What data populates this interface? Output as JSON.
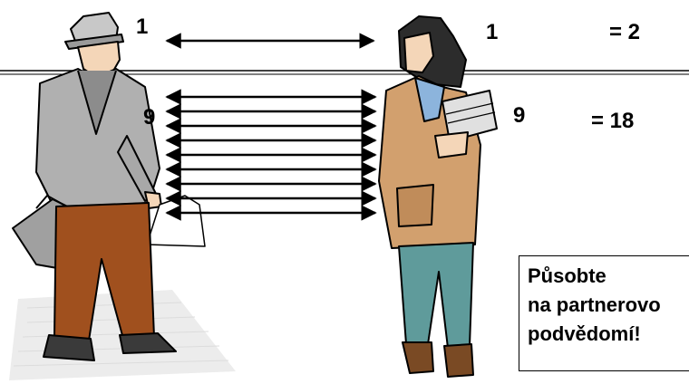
{
  "top_row": {
    "left_count": "1",
    "right_count": "1",
    "total": "= 2"
  },
  "bottom_row": {
    "left_count": "9",
    "right_count": "9",
    "total": "= 18"
  },
  "callout": {
    "line1": "Působte",
    "line2": "na partnerovo",
    "line3": "podvědomí!"
  },
  "colors": {
    "man_coat": "#b0b0b0",
    "man_trousers": "#a0501e",
    "woman_coat": "#d2a06e",
    "woman_jeans": "#5f9b9b",
    "woman_shirt": "#8cb4dc"
  }
}
